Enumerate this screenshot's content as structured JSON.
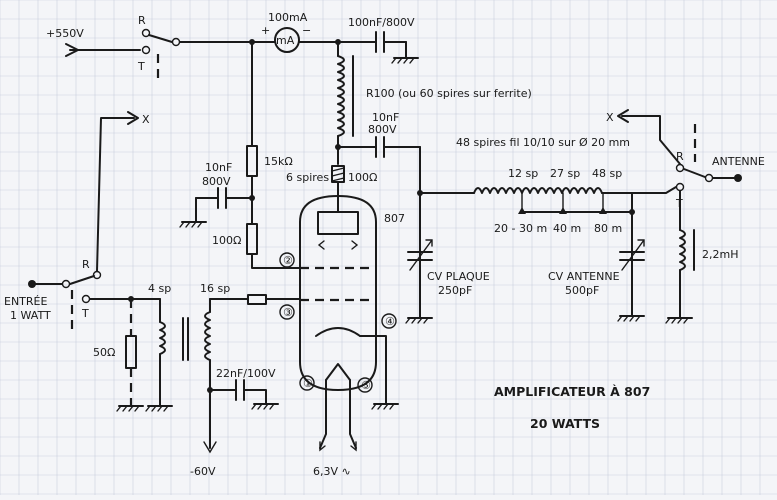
{
  "title": "AMPLIFICATEUR À 807",
  "subtitle": "20 WATTS",
  "labels": {
    "supply_hv": "+550V",
    "meter": "100mA",
    "meter_symbol": "mA",
    "meter_plus": "+",
    "meter_minus": "−",
    "cap_bypass": "100nF/800V",
    "choke_rfc": "R100 (ou 60 spires sur ferrite)",
    "cap_coupling_value": "10nF",
    "cap_coupling_voltage": "800V",
    "res_screen": "15kΩ",
    "cap_screen_value": "10nF",
    "cap_screen_voltage": "800V",
    "res_screen_stopper": "100Ω",
    "parasitic_turns": "6 spires",
    "parasitic_res": "100Ω",
    "tube": "807",
    "tank_coil": "48 spires fil 10/10 sur Ø 20 mm",
    "tap_12": "12 sp",
    "tap_27": "27 sp",
    "tap_48": "48 sp",
    "band_20_30": "20 - 30 m",
    "band_40": "40 m",
    "band_80": "80 m",
    "cv_plate_name": "CV PLAQUE",
    "cv_plate_value": "250pF",
    "cv_antenna_name": "CV ANTENNE",
    "cv_antenna_value": "500pF",
    "antenna": "ANTENNE",
    "antenna_choke": "2,2mH",
    "input_name": "ENTRÉE",
    "input_power": "1 WATT",
    "input_load": "50Ω",
    "input_coil": "4 sp",
    "grid_coil": "16 sp",
    "cap_bias": "22nF/100V",
    "bias_voltage": "-60V",
    "heater_voltage": "6,3V ∿",
    "relay_r": "R",
    "relay_t": "T",
    "relay_x": "X"
  },
  "pins": [
    "①",
    "②",
    "③",
    "④",
    "⑤"
  ]
}
